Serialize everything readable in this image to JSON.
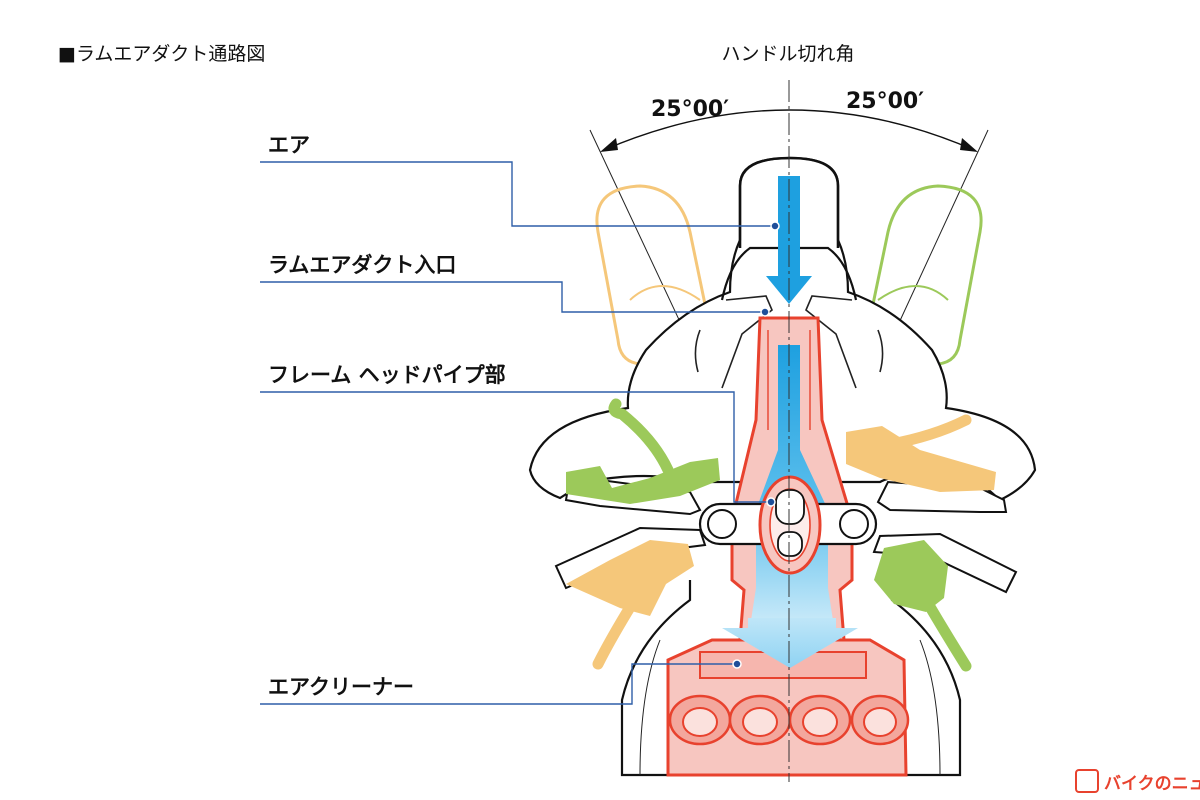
{
  "title": "■ラムエアダクト通路図",
  "steering": {
    "label": "ハンドル切れ角",
    "left_angle": "25°00′",
    "right_angle": "25°00′"
  },
  "labels": {
    "air": "エア",
    "duct_inlet": "ラムエアダクト入口",
    "head_pipe": "フレーム ヘッドパイプ部",
    "air_cleaner": "エアクリーナー"
  },
  "watermark": "バイクのニュース",
  "colors": {
    "air_flow": "#1ea0e0",
    "frame_red": "#e8422e",
    "frame_fill": "#f7c6c0",
    "left_turn": "#f5c77a",
    "right_turn": "#9cc95a",
    "leader": "#2f5fa8"
  }
}
